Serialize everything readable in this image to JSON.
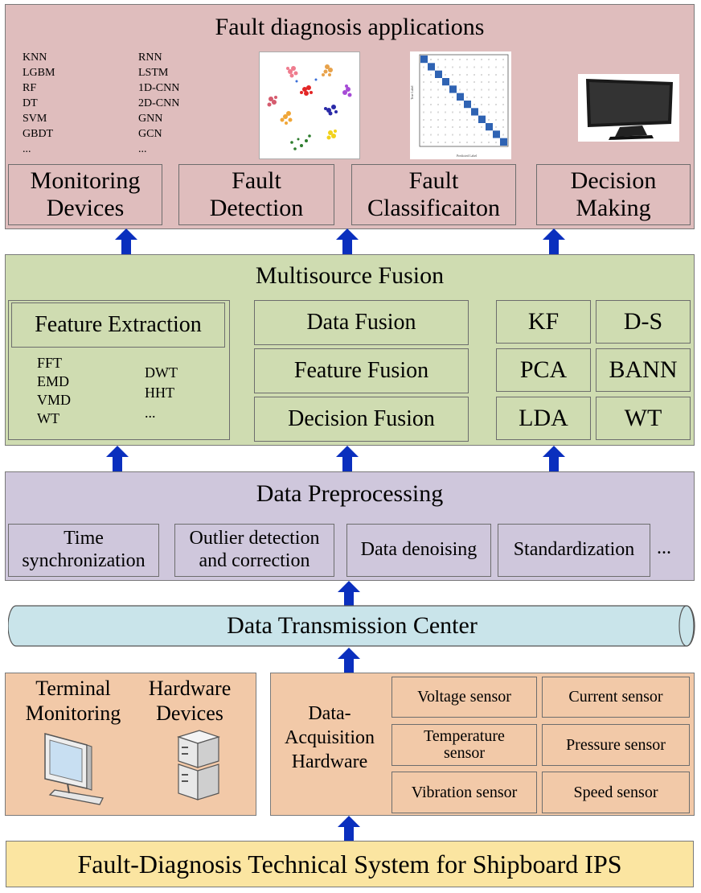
{
  "applications": {
    "title": "Fault diagnosis applications",
    "ml_algorithms": [
      "KNN",
      "LGBM",
      "RF",
      "DT",
      "SVM",
      "GBDT",
      "..."
    ],
    "dl_algorithms": [
      "RNN",
      "LSTM",
      "1D-CNN",
      "2D-CNN",
      "GNN",
      "GCN",
      "..."
    ],
    "modules": [
      "Monitoring Devices",
      "Fault Detection",
      "Fault Classificaiton",
      "Decision Making"
    ],
    "confusion_matrix": {
      "xlabel": "Predicted Label",
      "ylabel": "True Label"
    }
  },
  "fusion": {
    "title": "Multisource Fusion",
    "feature_extraction": "Feature Extraction",
    "methods_left": [
      "FFT",
      "EMD",
      "VMD",
      "WT"
    ],
    "methods_right": [
      "DWT",
      "HHT",
      "..."
    ],
    "levels": [
      "Data Fusion",
      "Feature Fusion",
      "Decision Fusion"
    ],
    "algorithms": [
      "KF",
      "D-S",
      "PCA",
      "BANN",
      "LDA",
      "WT"
    ]
  },
  "preprocessing": {
    "title": "Data Preprocessing",
    "steps": [
      "Time synchronization",
      "Outlier detection and correction",
      "Data denoising",
      "Standardization"
    ],
    "more": "..."
  },
  "transmission": {
    "title": "Data Transmission Center"
  },
  "terminal": {
    "label1": "Terminal Monitoring",
    "label2": "Hardware Devices"
  },
  "acquisition": {
    "title": "Data-Acquisition Hardware",
    "sensors": [
      "Voltage sensor",
      "Current sensor",
      "Temperature sensor",
      "Pressure sensor",
      "Vibration sensor",
      "Speed sensor"
    ]
  },
  "footer": {
    "title": "Fault-Diagnosis Technical System for Shipboard IPS"
  },
  "colors": {
    "applications_bg": "#dfbdbd",
    "fusion_bg": "#cfdcb1",
    "preprocessing_bg": "#cfc7dc",
    "transmission_bg": "#c9e4ea",
    "hardware_bg": "#f2c9a8",
    "footer_bg": "#fbe5a1",
    "arrow": "#0a2fbe"
  }
}
